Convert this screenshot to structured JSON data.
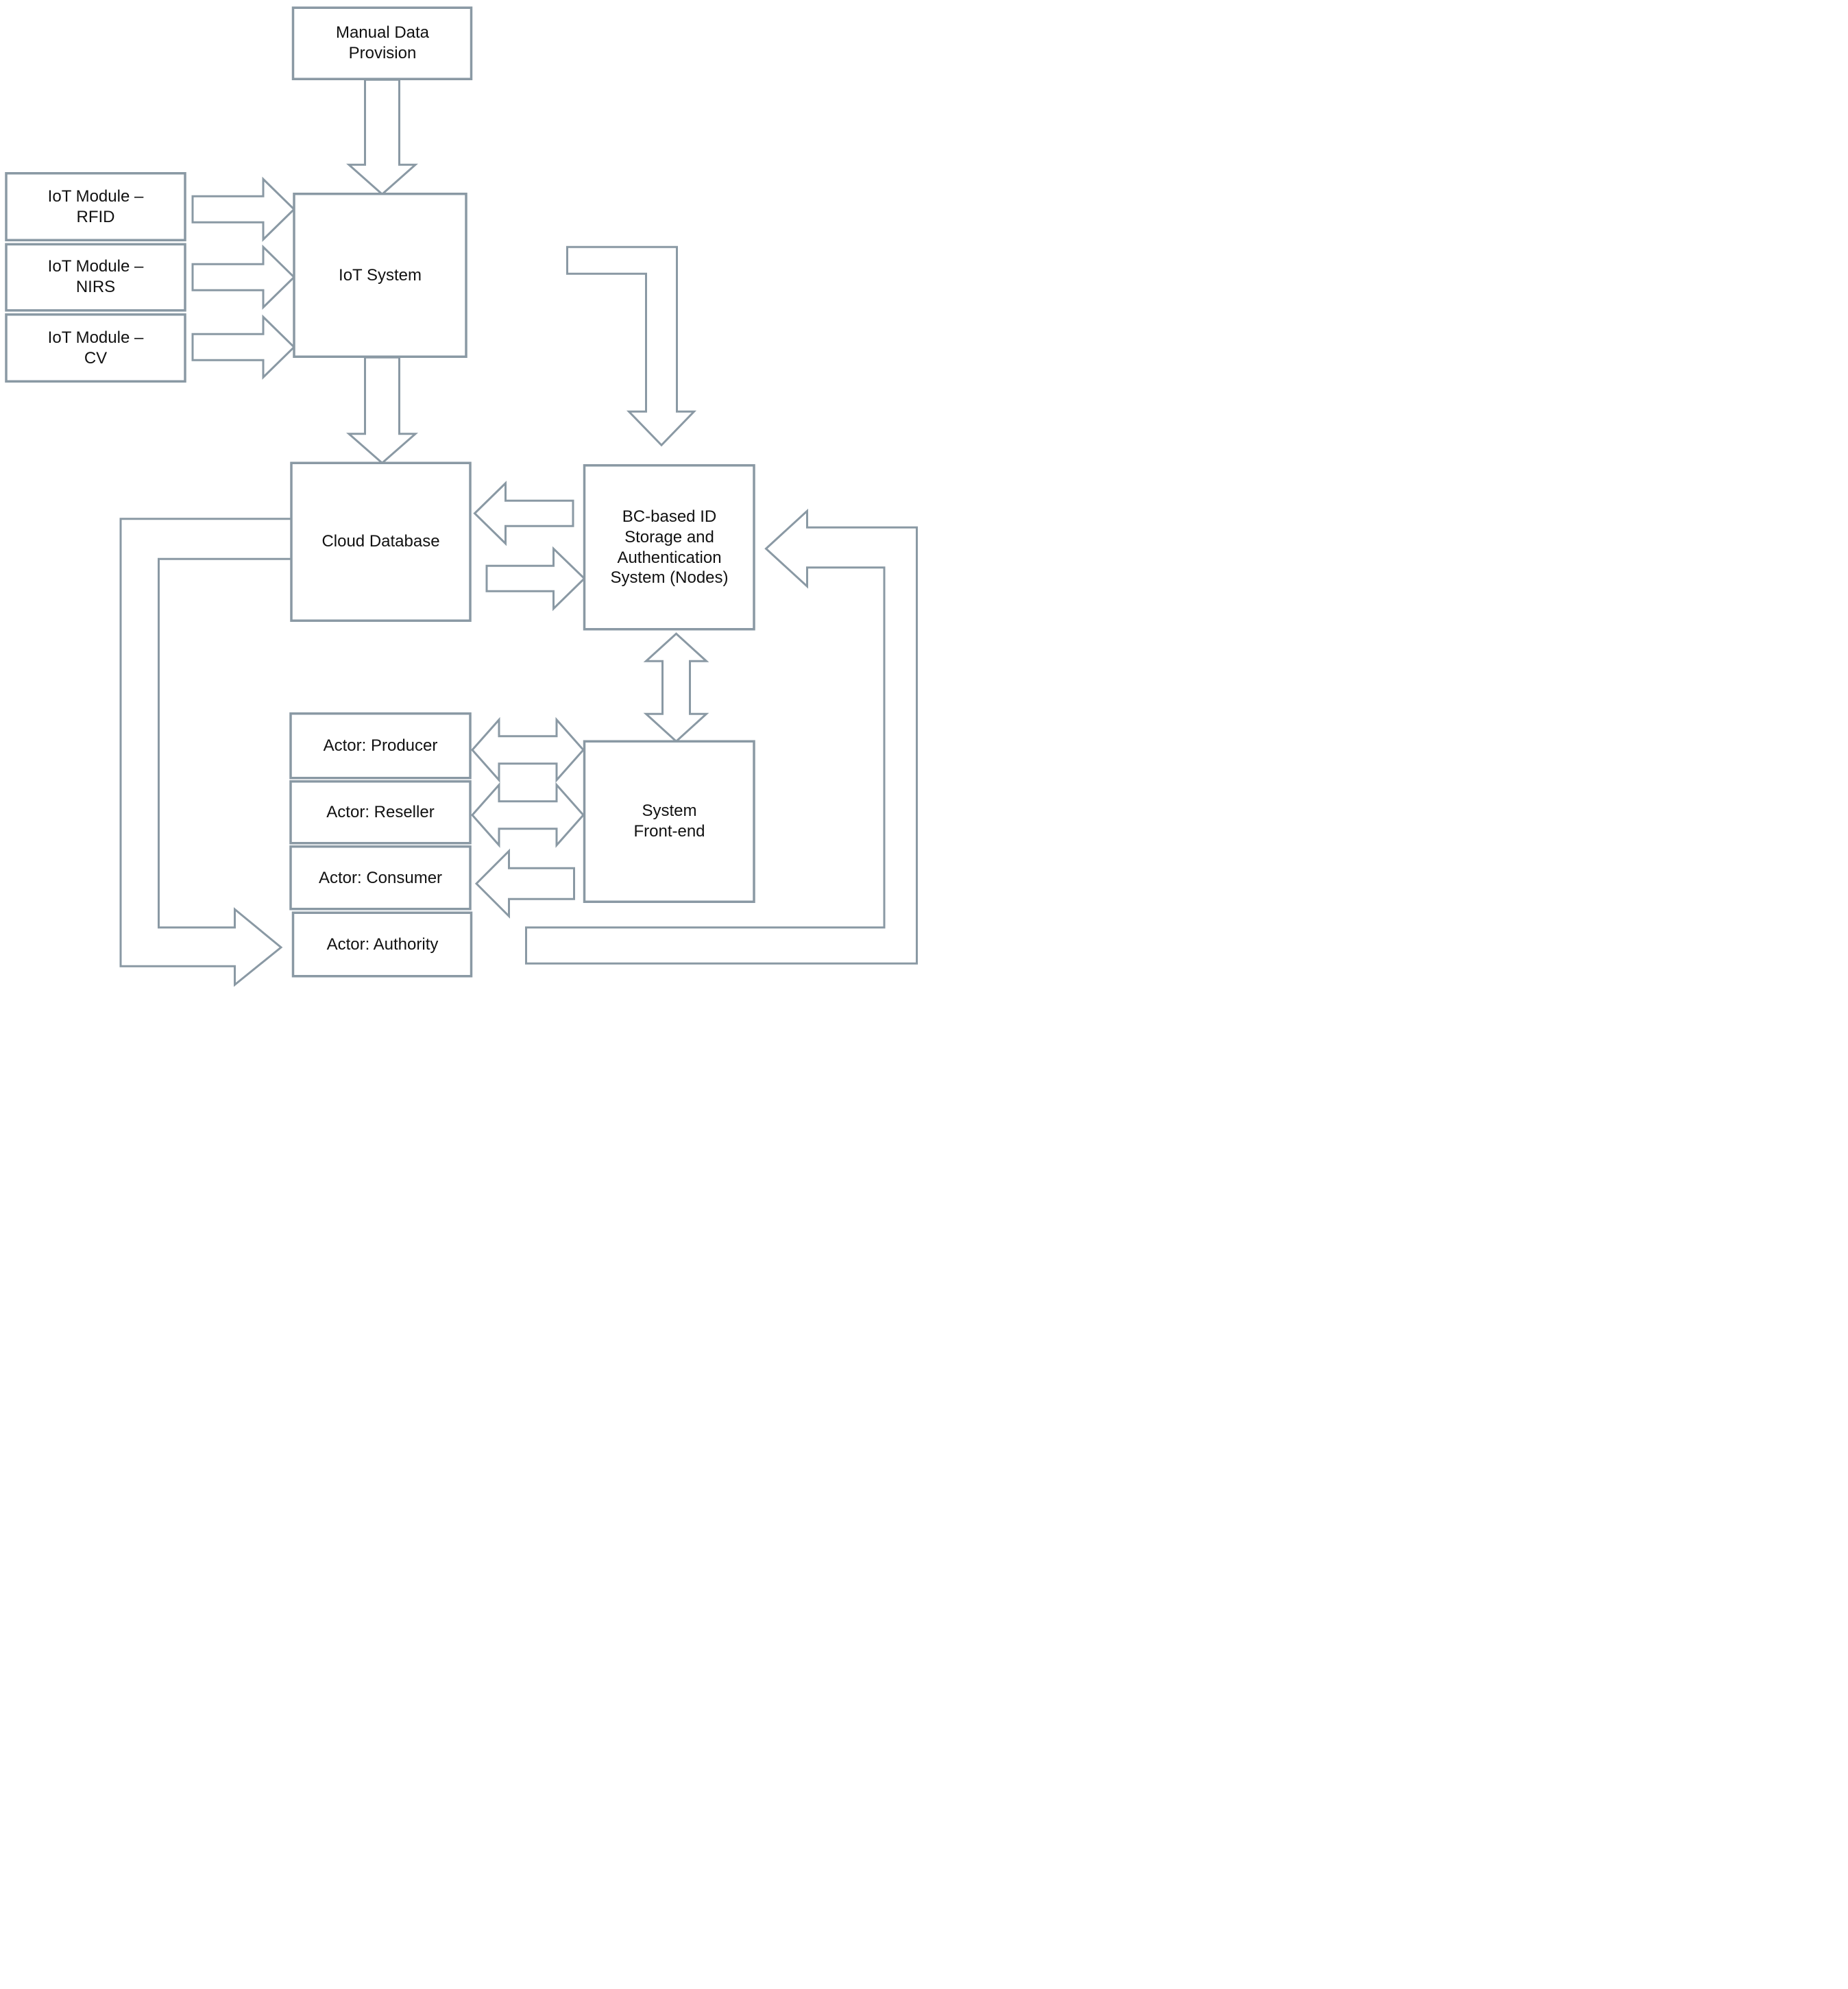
{
  "title": "IoT and blockchain-based traceability system architecture diagram",
  "colors": {
    "line": "#8a99a4",
    "box_fill": "#ffffff",
    "text": "#111111",
    "background": "#ffffff"
  },
  "nodes": {
    "manual": {
      "label": [
        "Manual Data",
        "Provision"
      ]
    },
    "rfid": {
      "label": [
        "IoT Module –",
        "RFID"
      ]
    },
    "nirs": {
      "label": [
        "IoT Module –",
        "NIRS"
      ]
    },
    "cv": {
      "label": [
        "IoT Module –",
        "CV"
      ]
    },
    "iot": {
      "label": [
        "IoT System"
      ]
    },
    "cloud": {
      "label": [
        "Cloud Database"
      ]
    },
    "bc": {
      "label": [
        "BC-based ID",
        "Storage and",
        "Authentication",
        "System (Nodes)"
      ]
    },
    "frontend": {
      "label": [
        "System",
        "Front-end"
      ]
    },
    "producer": {
      "label": [
        "Actor: Producer"
      ]
    },
    "reseller": {
      "label": [
        "Actor: Reseller"
      ]
    },
    "consumer": {
      "label": [
        "Actor: Consumer"
      ]
    },
    "authority": {
      "label": [
        "Actor: Authority"
      ]
    }
  },
  "edges": [
    {
      "from": "manual",
      "to": "iot",
      "direction": "one-way"
    },
    {
      "from": "rfid",
      "to": "iot",
      "direction": "one-way"
    },
    {
      "from": "nirs",
      "to": "iot",
      "direction": "one-way"
    },
    {
      "from": "cv",
      "to": "iot",
      "direction": "one-way"
    },
    {
      "from": "iot",
      "to": "cloud",
      "direction": "one-way"
    },
    {
      "from": "iot",
      "to": "bc",
      "direction": "one-way",
      "route": "elbow-top-right"
    },
    {
      "from": "bc",
      "to": "cloud",
      "direction": "one-way"
    },
    {
      "from": "cloud",
      "to": "bc",
      "direction": "one-way"
    },
    {
      "from": "bc",
      "to": "frontend",
      "direction": "two-way"
    },
    {
      "from": "producer",
      "to": "frontend",
      "direction": "two-way"
    },
    {
      "from": "reseller",
      "to": "frontend",
      "direction": "two-way"
    },
    {
      "from": "frontend",
      "to": "consumer",
      "direction": "one-way"
    },
    {
      "from": "cloud",
      "to": "authority",
      "direction": "one-way",
      "route": "elbow-left-bottom"
    },
    {
      "from": "frontend",
      "to": "bc",
      "direction": "one-way",
      "route": "elbow-bottom-right"
    }
  ]
}
